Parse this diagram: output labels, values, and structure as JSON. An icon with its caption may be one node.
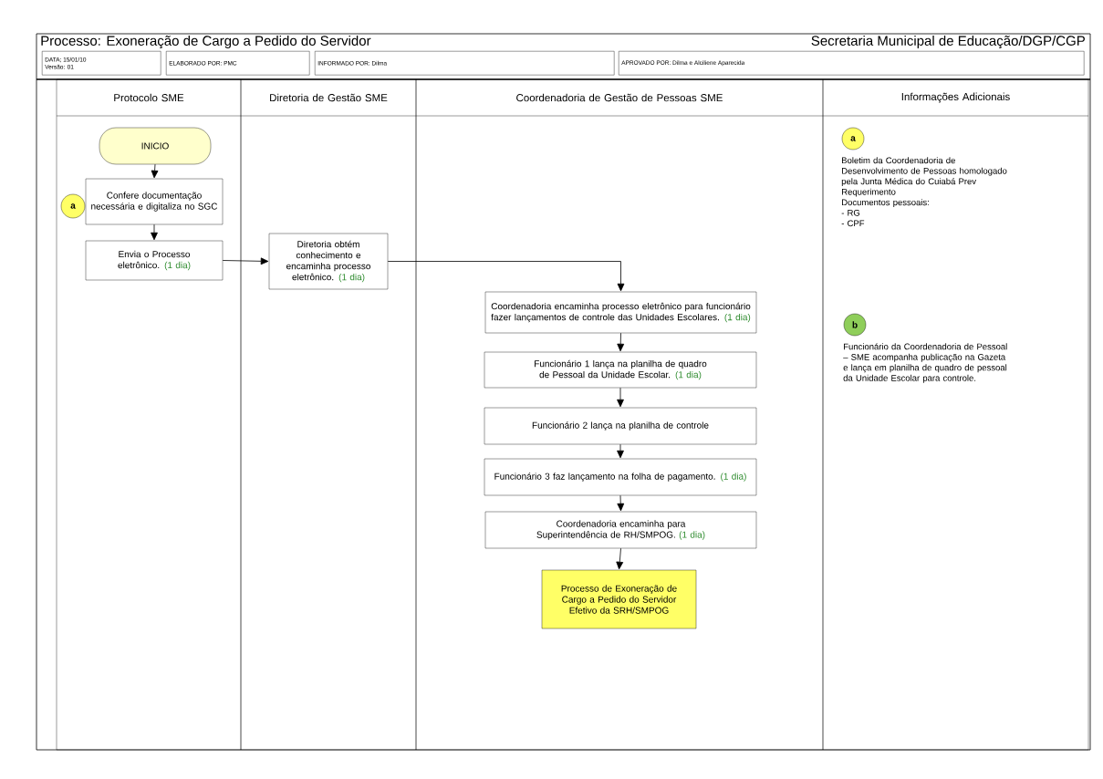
{
  "diagram": {
    "title": "Processo: Exoneração de Cargo a Pedido do Servidor",
    "nodes": [
      {
        "text": [
          "DATA; 15/01/10",
          "Versão: 01"
        ]
      },
      {
        "text": [
          "ELABORADO POR: PMC"
        ]
      },
      {
        "text": [
          "INFORMADO POR: Dilma"
        ]
      },
      {
        "text": [
          "APROVADO POR: Dilma e Alciliene Aparecida"
        ]
      },
      {
        "text": [
          "Protocolo SME"
        ]
      },
      {
        "text": [
          "Diretoria de Gestão SME"
        ]
      },
      {
        "text": [
          "Coordenadoria de Gestão de Pessoas SME"
        ]
      },
      {
        "text": [
          "Informações Adicionais"
        ]
      },
      {
        "text": [
          "INICIO"
        ],
        "in": 4
      },
      {
        "text": [
          "Confere documentação necessária e digitaliza no SGC"
        ],
        "in": 4
      },
      {
        "text": [
          "a"
        ],
        "in": 4
      },
      {
        "text": [
          "Envia o Processo eletrônico.",
          "(1 dia)"
        ],
        "in": 4
      },
      {
        "text": [
          "Diretoria obtém conhecimento e encaminha processo eletrônico.",
          "(1 dia)"
        ],
        "in": 5
      },
      {
        "text": [
          "Coordenadoria encaminha processo eletrônico para funcionário fazer lançamentos de controle das Unidades Escolares.",
          "(1 dia)"
        ],
        "in": 6
      },
      {
        "text": [
          "Funcionário 1 lança na planilha de quadro de Pessoal da Unidade Escolar.",
          "(1 dia)"
        ],
        "in": 6
      },
      {
        "text": [
          "Funcionário 2 lança na planilha de controle"
        ],
        "in": 6
      },
      {
        "text": [
          "Funcionário 3 faz lançamento na folha de pagamento.",
          "(1 dia)"
        ],
        "in": 6
      },
      {
        "text": [
          "Coordenadoria encaminha para Superintendência de RH/SMPOG.",
          "(1 dia)"
        ],
        "in": 6
      },
      {
        "text": [
          "Processo de Exoneração de Cargo a Pedido do Servidor Efetivo da SRH/SMPOG"
        ],
        "in": 6
      },
      {
        "text": [
          "a"
        ],
        "in": 7,
        "beside": [
          "Boletim da Coordenadoria de Desenvolvimento de Pessoas homologado pela Junta Médica do Cuiabá Prev",
          "Requerimento",
          "Documentos pessoais:",
          "- RG",
          "- CPF"
        ]
      },
      {
        "text": [
          "b"
        ],
        "in": 7,
        "beside": [
          "Funcionário da Coordenadoria de Pessoal – SME acompanha publicação na Gazeta e lança em planilha de quadro de pessoal da Unidade Escolar para controle."
        ]
      }
    ],
    "edges": [
      {
        "from": 8,
        "to": 9,
        "arrow": "to"
      },
      {
        "from": 9,
        "to": 11,
        "arrow": "to"
      },
      {
        "from": 11,
        "to": 12,
        "arrow": "to"
      },
      {
        "from": 12,
        "to": 13,
        "arrow": "to"
      },
      {
        "from": 13,
        "to": 14,
        "arrow": "to"
      },
      {
        "from": 14,
        "to": 15,
        "arrow": "to"
      },
      {
        "from": 15,
        "to": 16,
        "arrow": "to"
      },
      {
        "from": 16,
        "to": 17,
        "arrow": "to"
      },
      {
        "from": 17,
        "to": 18,
        "arrow": "to"
      }
    ],
    "labels": [
      "Secretaria Municipal de Educação/DGP/CGP"
    ]
  }
}
